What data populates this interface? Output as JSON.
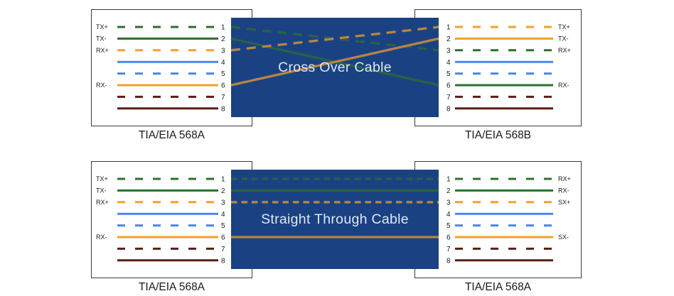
{
  "diagrams": [
    {
      "id": "cross-over",
      "cable_label": "Cross Over Cable",
      "left_panel": {
        "caption": "TIA/EIA 568A",
        "device": "desktop-computer",
        "wires": [
          {
            "pin": "1",
            "label": "TX+",
            "color": "green",
            "dashed": true
          },
          {
            "pin": "2",
            "label": "TX-",
            "color": "green",
            "dashed": false
          },
          {
            "pin": "3",
            "label": "RX+",
            "color": "orange",
            "dashed": true
          },
          {
            "pin": "4",
            "label": "",
            "color": "blue",
            "dashed": false
          },
          {
            "pin": "5",
            "label": "",
            "color": "blue",
            "dashed": true
          },
          {
            "pin": "6",
            "label": "RX-",
            "color": "orange",
            "dashed": false
          },
          {
            "pin": "7",
            "label": "",
            "color": "maroon",
            "dashed": true
          },
          {
            "pin": "8",
            "label": "",
            "color": "maroon",
            "dashed": false
          }
        ]
      },
      "right_panel": {
        "caption": "TIA/EIA 568B",
        "device": "desktop-computer",
        "wires": [
          {
            "pin": "1",
            "label": "TX+",
            "color": "orange",
            "dashed": true
          },
          {
            "pin": "2",
            "label": "TX-",
            "color": "orange",
            "dashed": false
          },
          {
            "pin": "3",
            "label": "RX+",
            "color": "green",
            "dashed": true
          },
          {
            "pin": "4",
            "label": "",
            "color": "blue",
            "dashed": false
          },
          {
            "pin": "5",
            "label": "",
            "color": "blue",
            "dashed": true
          },
          {
            "pin": "6",
            "label": "RX-",
            "color": "green",
            "dashed": false
          },
          {
            "pin": "7",
            "label": "",
            "color": "maroon",
            "dashed": true
          },
          {
            "pin": "8",
            "label": "",
            "color": "maroon",
            "dashed": false
          }
        ]
      },
      "connections": [
        {
          "from_pin": 1,
          "to_pin": 3,
          "color": "green",
          "dashed": true
        },
        {
          "from_pin": 2,
          "to_pin": 6,
          "color": "green",
          "dashed": false
        },
        {
          "from_pin": 3,
          "to_pin": 1,
          "color": "orange",
          "dashed": true
        },
        {
          "from_pin": 6,
          "to_pin": 2,
          "color": "orange",
          "dashed": false
        }
      ]
    },
    {
      "id": "straight-through",
      "cable_label": "Straight Through Cable",
      "left_panel": {
        "caption": "TIA/EIA 568A",
        "device": "desktop-computer",
        "wires": [
          {
            "pin": "1",
            "label": "TX+",
            "color": "green",
            "dashed": true
          },
          {
            "pin": "2",
            "label": "TX-",
            "color": "green",
            "dashed": false
          },
          {
            "pin": "3",
            "label": "RX+",
            "color": "orange",
            "dashed": true
          },
          {
            "pin": "4",
            "label": "",
            "color": "blue",
            "dashed": false
          },
          {
            "pin": "5",
            "label": "",
            "color": "blue",
            "dashed": true
          },
          {
            "pin": "6",
            "label": "RX-",
            "color": "orange",
            "dashed": false
          },
          {
            "pin": "7",
            "label": "",
            "color": "maroon",
            "dashed": true
          },
          {
            "pin": "8",
            "label": "",
            "color": "maroon",
            "dashed": false
          }
        ]
      },
      "right_panel": {
        "caption": "TIA/EIA 568A",
        "device": "network-switch",
        "wires": [
          {
            "pin": "1",
            "label": "RX+",
            "color": "green",
            "dashed": true
          },
          {
            "pin": "2",
            "label": "RX-",
            "color": "green",
            "dashed": false
          },
          {
            "pin": "3",
            "label": "SX+",
            "color": "orange",
            "dashed": true
          },
          {
            "pin": "4",
            "label": "",
            "color": "blue",
            "dashed": false
          },
          {
            "pin": "5",
            "label": "",
            "color": "blue",
            "dashed": true
          },
          {
            "pin": "6",
            "label": "SX-",
            "color": "orange",
            "dashed": false
          },
          {
            "pin": "7",
            "label": "",
            "color": "maroon",
            "dashed": true
          },
          {
            "pin": "8",
            "label": "",
            "color": "maroon",
            "dashed": false
          }
        ]
      },
      "connections": [
        {
          "from_pin": 1,
          "to_pin": 1,
          "color": "green",
          "dashed": true
        },
        {
          "from_pin": 2,
          "to_pin": 2,
          "color": "green",
          "dashed": false
        },
        {
          "from_pin": 3,
          "to_pin": 3,
          "color": "orange",
          "dashed": true
        },
        {
          "from_pin": 6,
          "to_pin": 6,
          "color": "orange",
          "dashed": false
        }
      ]
    }
  ],
  "colors": {
    "green": "#2e6f2e",
    "orange": "#f5a028",
    "blue": "#4a86e8",
    "maroon": "#5e1c16",
    "cable_box": "#1a4283",
    "cable_label_text": "#dfe8f3",
    "panel_border": "#3c3c3c",
    "label_text": "#1a1a1a",
    "device_outline": "#2e5c9c",
    "device_fill": "#eef3f9",
    "screen": "#34588f",
    "screen_highlight": "#45689f"
  }
}
